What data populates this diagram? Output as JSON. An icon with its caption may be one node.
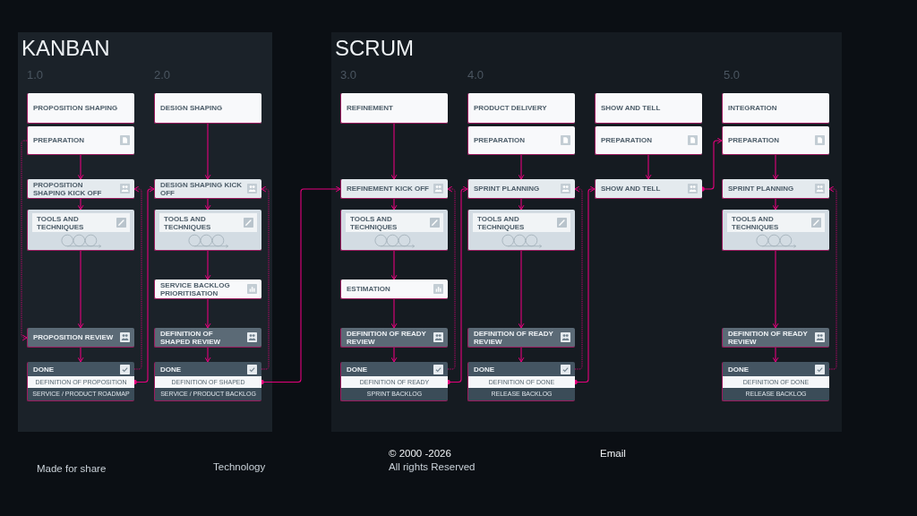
{
  "diagram": {
    "nodes": [
      {
        "text": [
          "KANBAN"
        ]
      },
      {
        "text": [
          "PROPOSITION SHAPING"
        ],
        "in": 0
      },
      {
        "text": [
          "PREPARATION"
        ],
        "in": 0
      },
      {
        "text": [
          "PROPOSITION SHAPING KICK OFF"
        ],
        "in": 0
      },
      {
        "text": [
          "TOOLS AND TECHNIQUES"
        ],
        "in": 0
      },
      {
        "text": [
          "PROPOSITION REVIEW"
        ],
        "in": 0
      },
      {
        "text": [
          "DONE",
          "DEFINITION OF PROPOSITION",
          "SERVICE / PRODUCT ROADMAP"
        ],
        "in": 0
      },
      {
        "text": [
          "DESIGN SHAPING"
        ],
        "in": 0
      },
      {
        "text": [
          "DESIGN SHAPING KICK OFF"
        ],
        "in": 0
      },
      {
        "text": [
          "TOOLS AND TECHNIQUES"
        ],
        "in": 0
      },
      {
        "text": [
          "SERVICE BACKLOG PRIORITISATION"
        ],
        "in": 0
      },
      {
        "text": [
          "DEFINITION OF SHAPED REVIEW"
        ],
        "in": 0
      },
      {
        "text": [
          "DONE",
          "DEFINITION OF SHAPED",
          "SERVICE / PRODUCT BACKLOG"
        ],
        "in": 0
      },
      {
        "text": [
          "SCRUM"
        ]
      },
      {
        "text": [
          "REFINEMENT"
        ],
        "in": 13
      },
      {
        "text": [
          "REFINEMENT KICK OFF"
        ],
        "in": 13
      },
      {
        "text": [
          "TOOLS AND TECHNIQUES"
        ],
        "in": 13
      },
      {
        "text": [
          "ESTIMATION"
        ],
        "in": 13
      },
      {
        "text": [
          "DEFINITION OF READY REVIEW"
        ],
        "in": 13
      },
      {
        "text": [
          "DONE",
          "DEFINITION OF READY",
          "SPRINT BACKLOG"
        ],
        "in": 13
      },
      {
        "text": [
          "PRODUCT DELIVERY"
        ],
        "in": 13
      },
      {
        "text": [
          "PREPARATION"
        ],
        "in": 13
      },
      {
        "text": [
          "SPRINT PLANNING"
        ],
        "in": 13
      },
      {
        "text": [
          "TOOLS AND TECHNIQUES"
        ],
        "in": 13
      },
      {
        "text": [
          "DEFINITION OF READY REVIEW"
        ],
        "in": 13
      },
      {
        "text": [
          "DONE",
          "DEFINITION OF DONE",
          "RELEASE BACKLOG"
        ],
        "in": 13
      },
      {
        "text": [
          "SHOW AND TELL"
        ],
        "in": 13
      },
      {
        "text": [
          "PREPARATION"
        ],
        "in": 13
      },
      {
        "text": [
          "SHOW AND TELL"
        ],
        "in": 13
      },
      {
        "text": [
          "INTEGRATION"
        ],
        "in": 13
      },
      {
        "text": [
          "PREPARATION"
        ],
        "in": 13
      },
      {
        "text": [
          "SPRINT PLANNING"
        ],
        "in": 13
      },
      {
        "text": [
          "TOOLS AND TECHNIQUES"
        ],
        "in": 13
      },
      {
        "text": [
          "DEFINITION OF READY REVIEW"
        ],
        "in": 13
      },
      {
        "text": [
          "DONE",
          "DEFINITION OF DONE",
          "RELEASE BACKLOG"
        ],
        "in": 13
      }
    ],
    "edges": [
      {
        "from": 2,
        "to": 3,
        "arrow": "to"
      },
      {
        "from": 3,
        "to": 4,
        "arrow": "to"
      },
      {
        "from": 4,
        "to": 5,
        "arrow": "to"
      },
      {
        "from": 5,
        "to": 6,
        "arrow": "to"
      },
      {
        "from": 2,
        "to": 5,
        "arrow": "to",
        "style": "dashed"
      },
      {
        "from": 6,
        "to": 3,
        "arrow": "to",
        "style": "dashed"
      },
      {
        "from": 6,
        "to": 8,
        "arrow": "to"
      },
      {
        "from": 7,
        "to": 8,
        "arrow": "to"
      },
      {
        "from": 8,
        "to": 9,
        "arrow": "to"
      },
      {
        "from": 9,
        "to": 10,
        "arrow": "to"
      },
      {
        "from": 10,
        "to": 11,
        "arrow": "to"
      },
      {
        "from": 11,
        "to": 12,
        "arrow": "to"
      },
      {
        "from": 12,
        "to": 8,
        "arrow": "to",
        "style": "dashed"
      },
      {
        "from": 12,
        "to": 15,
        "arrow": "to"
      },
      {
        "from": 14,
        "to": 15,
        "arrow": "to"
      },
      {
        "from": 15,
        "to": 16,
        "arrow": "to"
      },
      {
        "from": 16,
        "to": 17,
        "arrow": "to"
      },
      {
        "from": 17,
        "to": 18,
        "arrow": "to"
      },
      {
        "from": 18,
        "to": 19,
        "arrow": "to"
      },
      {
        "from": 19,
        "to": 15,
        "arrow": "to",
        "style": "dashed"
      },
      {
        "from": 19,
        "to": 22,
        "arrow": "to"
      },
      {
        "from": 21,
        "to": 22,
        "arrow": "to"
      },
      {
        "from": 22,
        "to": 23,
        "arrow": "to"
      },
      {
        "from": 23,
        "to": 24,
        "arrow": "to"
      },
      {
        "from": 24,
        "to": 25,
        "arrow": "to"
      },
      {
        "from": 25,
        "to": 22,
        "arrow": "to",
        "style": "dashed"
      },
      {
        "from": 25,
        "to": 28,
        "arrow": "to"
      },
      {
        "from": 27,
        "to": 28,
        "arrow": "to"
      },
      {
        "from": 28,
        "to": 30,
        "arrow": "to"
      },
      {
        "from": 30,
        "to": 31,
        "arrow": "to"
      },
      {
        "from": 31,
        "to": 32,
        "arrow": "to"
      },
      {
        "from": 32,
        "to": 33,
        "arrow": "to"
      },
      {
        "from": 33,
        "to": 34,
        "arrow": "to"
      },
      {
        "from": 34,
        "to": 31,
        "arrow": "to",
        "style": "dashed"
      }
    ],
    "labels": [
      "1.0",
      "2.0",
      "3.0",
      "4.0",
      "5.0",
      "Made for share",
      "Technology",
      "© 2000 -2026",
      "All rights Reserved",
      "Email"
    ]
  }
}
